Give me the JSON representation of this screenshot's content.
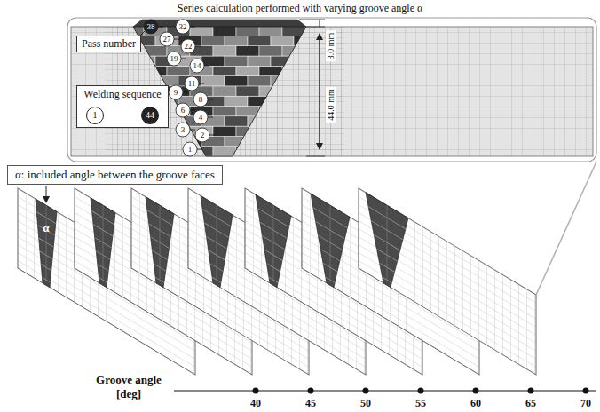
{
  "diagram": {
    "title": "Series calculation performed with varying groove angle α",
    "nodes": [
      {
        "text": [
          "Pass number"
        ]
      },
      {
        "text": [
          "Welding sequence"
        ]
      },
      {
        "text": [
          "1"
        ],
        "in": 1
      },
      {
        "text": [
          "44"
        ],
        "in": 1
      },
      {
        "text": [
          "α: included angle between the groove faces"
        ]
      }
    ],
    "edges": [
      {
        "from": 2,
        "to": 3,
        "arrow": "to"
      }
    ],
    "labels": [
      "38",
      "32",
      "27",
      "22",
      "19",
      "14",
      "11",
      "9",
      "8",
      "6",
      "4",
      "3",
      "2",
      "1",
      "3.0 mm",
      "44.0 mm",
      "α",
      "Groove angle [deg]",
      "40",
      "45",
      "50",
      "55",
      "60",
      "65",
      "70"
    ]
  }
}
